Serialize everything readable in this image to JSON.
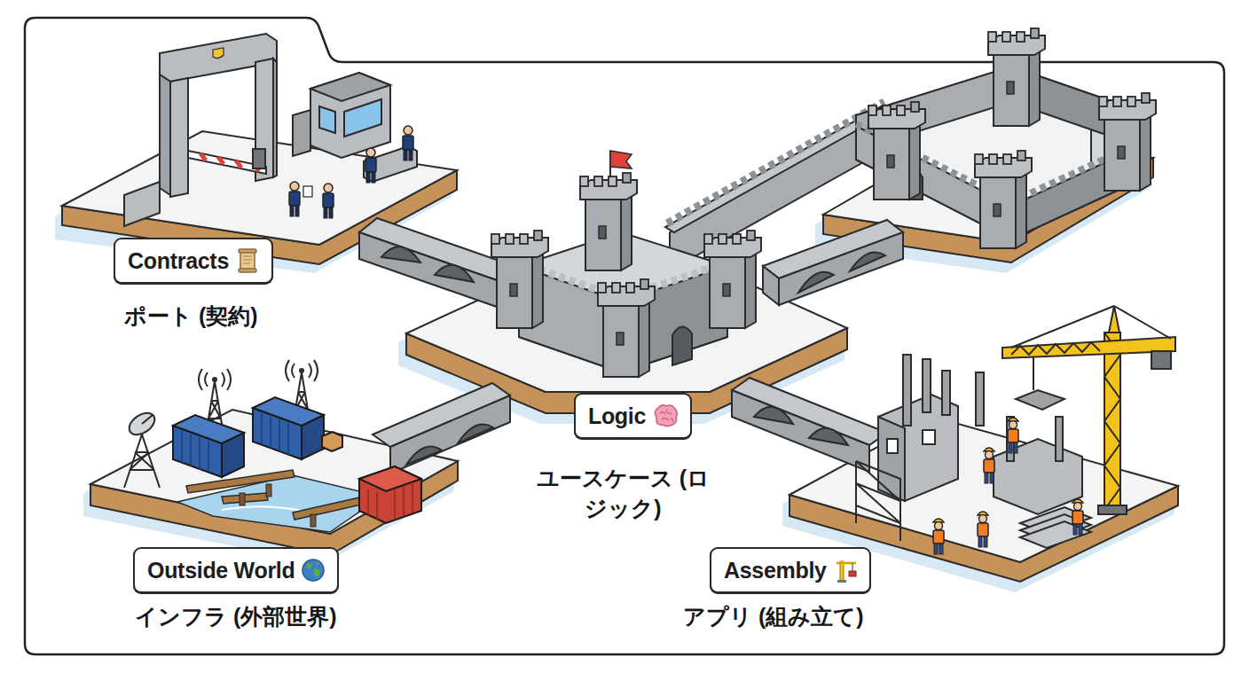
{
  "diagram": {
    "nodes": [
      {
        "text": [
          "Contracts",
          "ポート (契約)"
        ]
      },
      {
        "text": [
          "Logic",
          "ユースケース (ロジック)"
        ]
      },
      {
        "text": [
          "Outside World",
          "インフラ (外部世界)"
        ]
      },
      {
        "text": [
          "Assembly",
          "アプリ (組み立て)"
        ]
      }
    ]
  }
}
